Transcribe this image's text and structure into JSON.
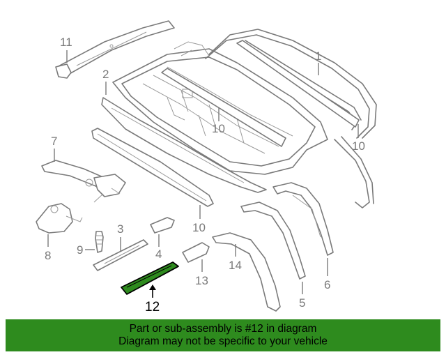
{
  "diagram": {
    "highlighted_part": "12",
    "highlight_color": "#2e8b1e",
    "callouts": [
      {
        "id": "c1",
        "label": "1"
      },
      {
        "id": "c2",
        "label": "2"
      },
      {
        "id": "c3",
        "label": "3"
      },
      {
        "id": "c4",
        "label": "4"
      },
      {
        "id": "c5",
        "label": "5"
      },
      {
        "id": "c6",
        "label": "6"
      },
      {
        "id": "c7",
        "label": "7"
      },
      {
        "id": "c8",
        "label": "8"
      },
      {
        "id": "c9",
        "label": "9"
      },
      {
        "id": "c10a",
        "label": "10"
      },
      {
        "id": "c10b",
        "label": "10"
      },
      {
        "id": "c10c",
        "label": "10"
      },
      {
        "id": "c11",
        "label": "11"
      },
      {
        "id": "c12",
        "label": "12"
      },
      {
        "id": "c13",
        "label": "13"
      },
      {
        "id": "c14",
        "label": "14"
      }
    ]
  },
  "banner": {
    "line1": "Part or sub-assembly is #12 in diagram",
    "line2": "Diagram may not be specific to your vehicle",
    "background": "#2e8b1e"
  }
}
